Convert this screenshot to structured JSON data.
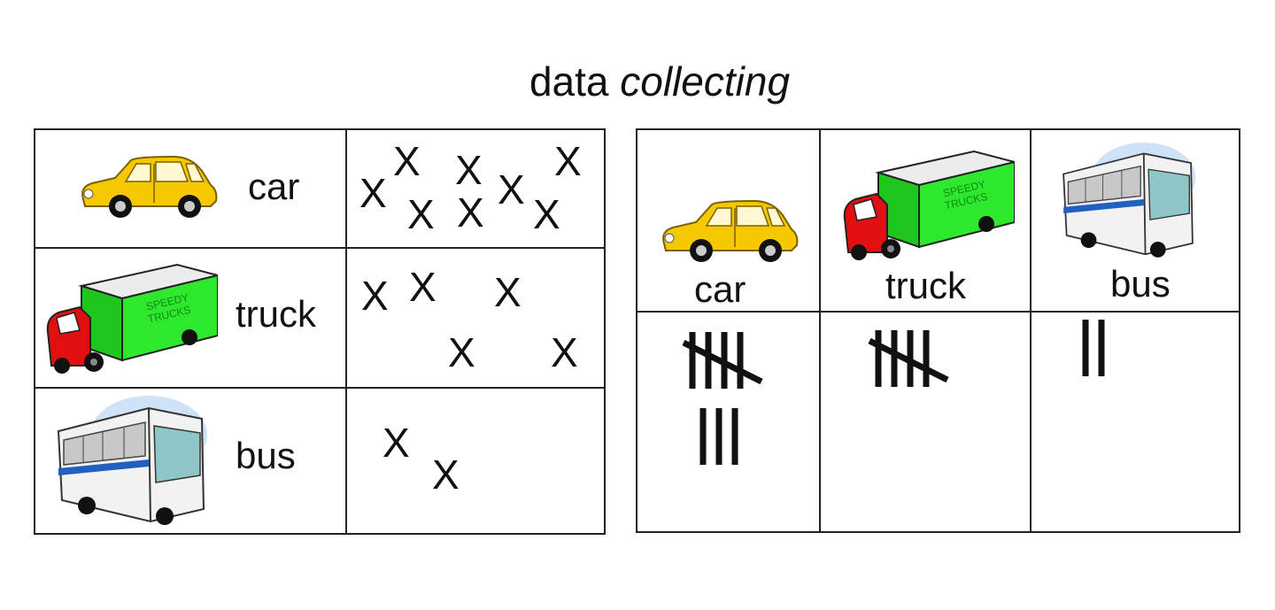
{
  "title": {
    "part1": "data ",
    "part2": "collecting"
  },
  "vehicles": [
    {
      "label": "car",
      "icon": "car-icon",
      "color": "#f5c800"
    },
    {
      "label": "truck",
      "icon": "truck-icon",
      "color": "#2ee82e"
    },
    {
      "label": "bus",
      "icon": "bus-icon",
      "color": "#e8e8e8"
    }
  ],
  "tallies": {
    "car": 8,
    "truck": 5,
    "bus": 2
  },
  "x_mark": "X",
  "truck_text": {
    "line1": "SPEEDY",
    "line2": "TRUCKS"
  }
}
